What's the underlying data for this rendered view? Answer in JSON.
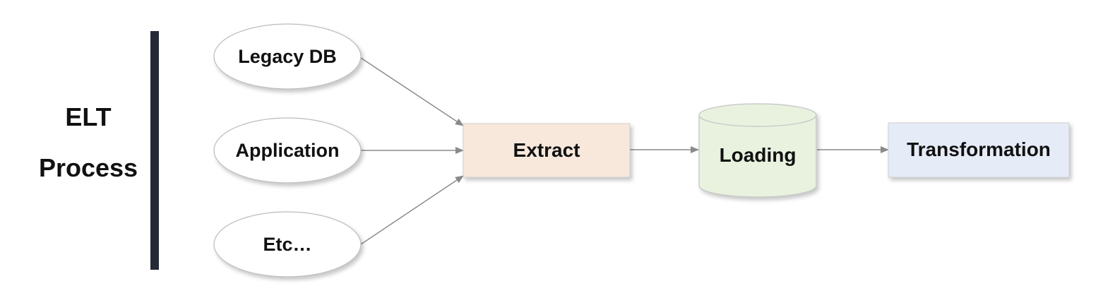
{
  "title": {
    "line1": "ELT",
    "line2": "Process"
  },
  "sources": [
    {
      "label": "Legacy DB"
    },
    {
      "label": "Application"
    },
    {
      "label": "Etc…"
    }
  ],
  "stages": {
    "extract": {
      "label": "Extract",
      "fill": "#f8e8dc"
    },
    "loading": {
      "label": "Loading",
      "fill": "#e8f2df"
    },
    "transformation": {
      "label": "Transformation",
      "fill": "#e6ecf7"
    }
  },
  "colors": {
    "divider": "#262a36",
    "arrow": "#8a8a8a",
    "node_border": "#bdbdbd"
  }
}
